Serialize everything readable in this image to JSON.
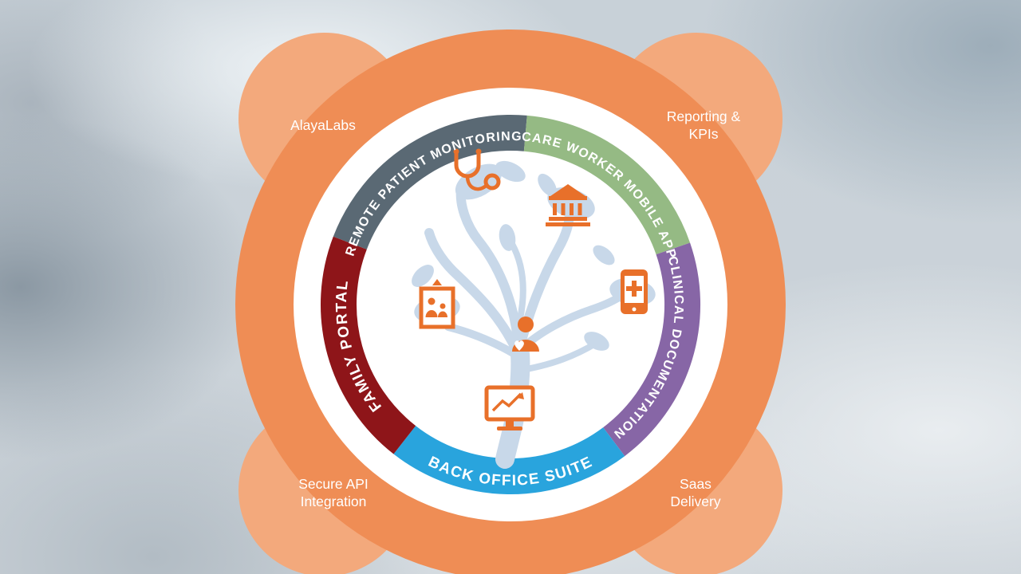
{
  "diagram": {
    "segments": [
      {
        "id": "remote-patient-monitoring",
        "label": "REMOTE PATIENT MONITORING",
        "color": "#5a6974"
      },
      {
        "id": "care-worker-mobile-app",
        "label": "CARE WORKER MOBILE APP",
        "color": "#95ba84"
      },
      {
        "id": "clinical-documentation",
        "label": "CLINICAL DOCUMENTATION",
        "color": "#8766a6"
      },
      {
        "id": "back-office-suite",
        "label": "BACK OFFICE SUITE",
        "color": "#29a4dd"
      },
      {
        "id": "family-portal",
        "label": "FAMILY PORTAL",
        "color": "#8e1519"
      }
    ],
    "outer_labels": [
      {
        "id": "alayalabs",
        "lines": [
          "AlayaLabs"
        ]
      },
      {
        "id": "reporting-kpis",
        "lines": [
          "Reporting &",
          "KPIs"
        ]
      },
      {
        "id": "secure-api-integration",
        "lines": [
          "Secure API",
          "Integration"
        ]
      },
      {
        "id": "saas-delivery",
        "lines": [
          "Saas",
          "Delivery"
        ]
      }
    ],
    "center_icons": [
      "stethoscope-icon",
      "bank-icon",
      "medical-phone-icon",
      "family-frame-icon",
      "patient-heart-icon",
      "analytics-monitor-icon"
    ],
    "colors": {
      "ring": "#ef8d55",
      "tabs": "#f3a97c",
      "inner": "#ffffff",
      "tree": "#c8d8e9",
      "icon": "#e8702a",
      "label_text": "#ffffff"
    }
  }
}
